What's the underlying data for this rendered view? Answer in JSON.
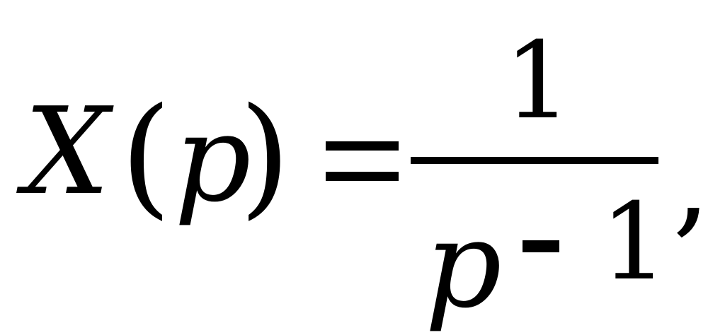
{
  "formula": {
    "lhs": {
      "function_name": "X",
      "open_paren": "(",
      "argument": "p",
      "close_paren": ")"
    },
    "equals": "=",
    "rhs": {
      "numerator": "1",
      "denominator": {
        "variable": "p",
        "operator": "-",
        "constant": "1"
      }
    },
    "trailing": ","
  }
}
